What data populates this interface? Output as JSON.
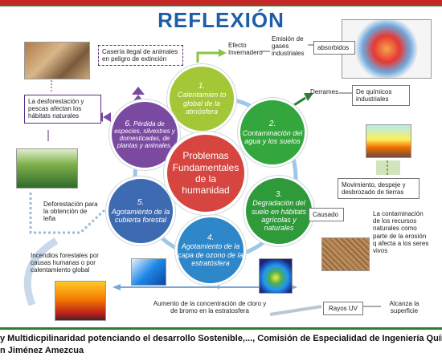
{
  "title": "REFLEXIÓN",
  "center": {
    "label": "Problemas Fundamentales de la humanidad"
  },
  "problems": [
    {
      "num": "1.",
      "label": "Calentamien to global de la atmósfera"
    },
    {
      "num": "2.",
      "label": "Contaminación del agua y los suelos"
    },
    {
      "num": "3.",
      "label": "Degradación del suelo en hábitats agrícolas y naturales"
    },
    {
      "num": "4.",
      "label": "Agotamiento de la capa de ozono de la estratósfera"
    },
    {
      "num": "5.",
      "label": "Agotamiento de la cubierta forestal"
    },
    {
      "num": "6.",
      "label": "Pérdida de especies, silvestres y domesticadas, de plantas y animales."
    }
  ],
  "labels": {
    "efecto": "Efecto Invernadero",
    "emision": "Emisión de gases industriales",
    "absorbidos": "absorbidos",
    "derrames": "Derrames",
    "quimicos": "De químicos industriales",
    "movimiento": "Movimiento, despeje y desbrozado de tierras",
    "causado": "Causado",
    "contaminacion_recursos": "La contaminación de los recursos naturales como parte de la erosión q afecta a los seres vivos",
    "aumento": "Aumento de la concentración de cloro y de bromo en la estratosfera",
    "rayos": "Rayos UV",
    "alcanza": "Alcanza la superficie",
    "incendios": "Incendios forestales por causas humanas o por calentamiento global",
    "deforestacion_lena": "Deforestación para la obtención de leña",
    "desforestacion_pescas": "La desforestación y pescas afectan los hábitats naturales",
    "caseria": "Casería ilegal de animales en peligro de extinción"
  },
  "footer": {
    "line1": "y Multidicpilinaridad potenciando el desarrollo Sostenible,..., Comisión de Especialidad de Ingeniería Química",
    "line2": "n Jiménez Amezcua"
  },
  "colors": {
    "title": "#1d5fa7",
    "center": "#d6453f",
    "c1": "#a3c736",
    "c2": "#33a63d",
    "c3": "#2f9a3a",
    "c4": "#2d87c8",
    "c5": "#3d6ab0",
    "c6": "#7a4aa0"
  }
}
